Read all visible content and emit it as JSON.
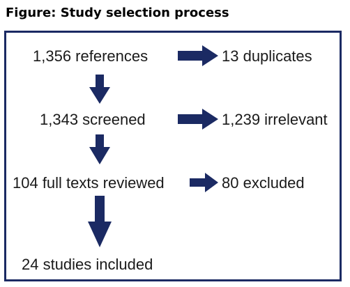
{
  "title": "Figure: Study selection process",
  "steps": {
    "references": "1,356 references",
    "duplicates": "13 duplicates",
    "screened": "1,343 screened",
    "irrelevant": "1,239 irrelevant",
    "full_texts": "104 full texts reviewed",
    "excluded": "80 excluded",
    "included": "24 studies included"
  },
  "colors": {
    "arrow": "#1b2a63",
    "frame": "#1b2a63",
    "text": "#1a1a1a"
  }
}
